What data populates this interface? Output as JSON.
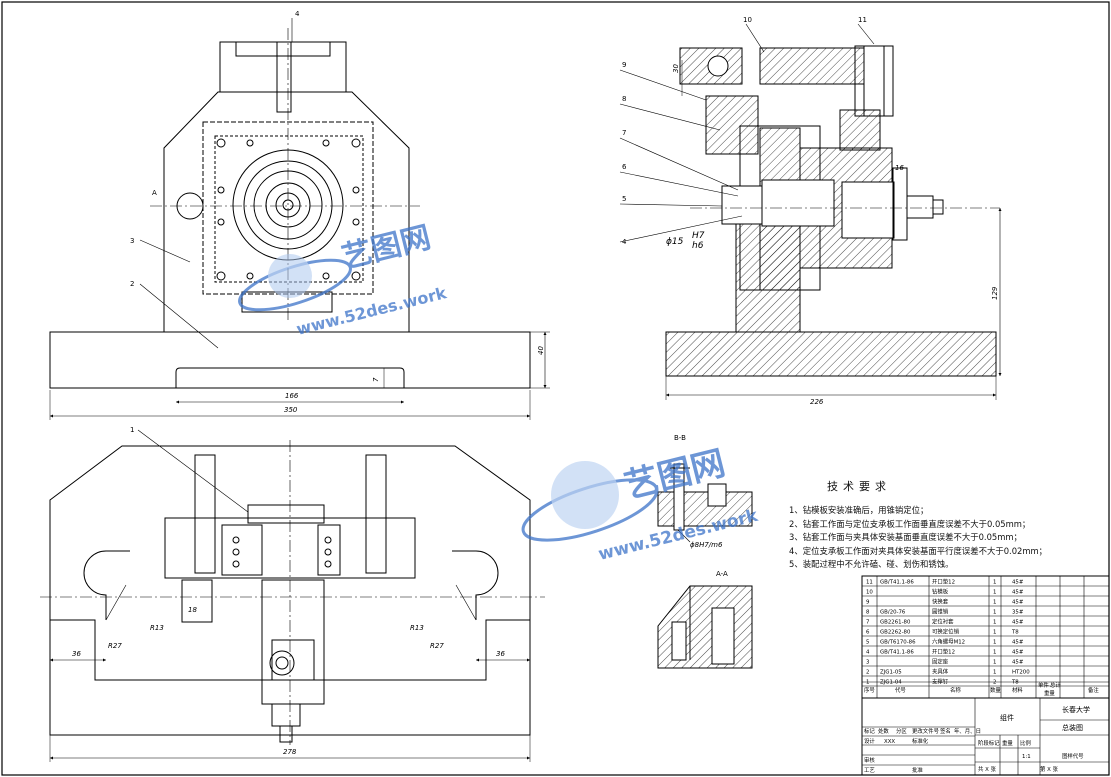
{
  "view_labels": {
    "section_bb": "B-B",
    "section_aa": "A-A",
    "cut_a": "A"
  },
  "part_numbers": {
    "front": [
      "4",
      "3",
      "2"
    ],
    "top": [
      "1"
    ],
    "side": [
      "10",
      "11",
      "9",
      "8",
      "7",
      "6",
      "5",
      "4"
    ]
  },
  "dimensions": {
    "front_width": "350",
    "front_inner": "166",
    "front_height": "40",
    "front_small": "7",
    "side_width": "226",
    "side_height": "129",
    "side_fit_main": "ϕ15",
    "side_fit_num": "H7",
    "side_fit_den": "h6",
    "top_width": "278",
    "top_r27_left": "R27",
    "top_r27_right": "R27",
    "top_r13_left": "R13",
    "top_r13_right": "R13",
    "top_36_left": "36",
    "top_36_right": "36",
    "top_18": "18",
    "bb_fit": "ϕ8H7/m6",
    "side_30": "30",
    "side_16": "16"
  },
  "tech_requirements": {
    "title": "技术要求",
    "items": [
      "1、钻模板安装准确后，用锥销定位；",
      "2、钻套工作面与定位支承板工作面垂直度误差不大于0.05mm；",
      "3、钻套工作面与夹具体安装基面垂直度误差不大于0.05mm；",
      "4、定位支承板工作面对夹具体安装基面平行度误差不大于0.02mm；",
      "5、装配过程中不允许磕、碰、划伤和锈蚀。"
    ]
  },
  "bom": {
    "rows": [
      {
        "no": "11",
        "code": "GB/T41.1-86",
        "name": "开口垫12",
        "qty": "1",
        "mat": "45#"
      },
      {
        "no": "10",
        "code": "",
        "name": "钻模板",
        "qty": "1",
        "mat": "45#"
      },
      {
        "no": "9",
        "code": "",
        "name": "快换套",
        "qty": "1",
        "mat": "45#"
      },
      {
        "no": "8",
        "code": "GB/20-76",
        "name": "圆锥销",
        "qty": "1",
        "mat": "35#"
      },
      {
        "no": "7",
        "code": "GB2261-80",
        "name": "定位衬套",
        "qty": "1",
        "mat": "45#"
      },
      {
        "no": "6",
        "code": "GB2262-80",
        "name": "可换定位销",
        "qty": "1",
        "mat": "T8"
      },
      {
        "no": "5",
        "code": "GB/T6170-86",
        "name": "六角螺母M12",
        "qty": "1",
        "mat": "45#"
      },
      {
        "no": "4",
        "code": "GB/T41.1-86",
        "name": "开口垫12",
        "qty": "1",
        "mat": "45#"
      },
      {
        "no": "3",
        "code": "",
        "name": "固定座",
        "qty": "1",
        "mat": "45#"
      },
      {
        "no": "2",
        "code": "ZJG1-05",
        "name": "夹具体",
        "qty": "1",
        "mat": "HT200"
      },
      {
        "no": "1",
        "code": "ZJG1-04",
        "name": "支撑钉",
        "qty": "2",
        "mat": "T8"
      }
    ],
    "header": {
      "no": "序号",
      "code": "代号",
      "name": "名称",
      "qty": "数量",
      "mat": "材料",
      "unit": "单件",
      "total": "总计",
      "weight": "重量",
      "note": "备注"
    },
    "title_block": {
      "assembly": "组件",
      "university": "长春大学",
      "drawing": "总装图",
      "scale_label": "比例",
      "scale": "1:1",
      "weight_label": "重量",
      "stage_label": "阶段标记",
      "design_label": "设计",
      "design_name": "XXX",
      "std_label": "标准化",
      "review_label": "审核",
      "craft_label": "工艺",
      "approve_label": "批准",
      "mark_label": "标记",
      "count_label": "处数",
      "zone_label": "分区",
      "change_label": "更改文件号",
      "sign_label": "签名",
      "date_label": "年、月、日",
      "sheet_total": "共 X 张",
      "sheet_no": "第 X 张",
      "code_label": "图样代号"
    }
  },
  "watermark": {
    "brand": "艺图网",
    "url": "www.52des.work"
  },
  "colors": {
    "line": "#000000",
    "watermark": "#3d74c9",
    "watermark_light": "#a9c6ee"
  }
}
